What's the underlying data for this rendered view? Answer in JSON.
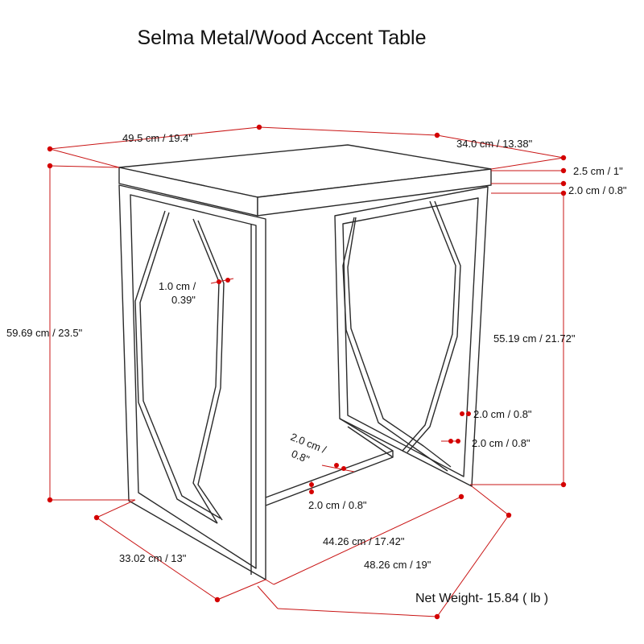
{
  "title": "Selma Metal/Wood Accent Table",
  "dimensions": {
    "top_width": "49.5 cm / 19.4\"",
    "top_depth": "34.0 cm / 13.38\"",
    "top_thickness": "2.5 cm / 1\"",
    "apron": "2.0 cm / 0.8\"",
    "overall_height": "59.69 cm / 23.5\"",
    "leg_height": "55.19 cm / 21.72\"",
    "rod_line1": "1.0 cm /",
    "rod_line2": "0.39\"",
    "frame_right_a": "2.0 cm / 0.8\"",
    "frame_right_b": "2.0 cm / 0.8\"",
    "frame_angled_line1": "2.0 cm /",
    "frame_angled_line2": "0.8\"",
    "frame_bottom": "2.0 cm / 0.8\"",
    "base_inner_width": "44.26 cm / 17.42\"",
    "base_outer_width": "48.26 cm / 19\"",
    "base_depth": "33.02 cm / 13\""
  },
  "net_weight": "Net Weight- 15.84 ( lb )",
  "colors": {
    "dimension_line": "#c91414",
    "dimension_dot": "#d40000",
    "outline": "#2a2a2a"
  }
}
